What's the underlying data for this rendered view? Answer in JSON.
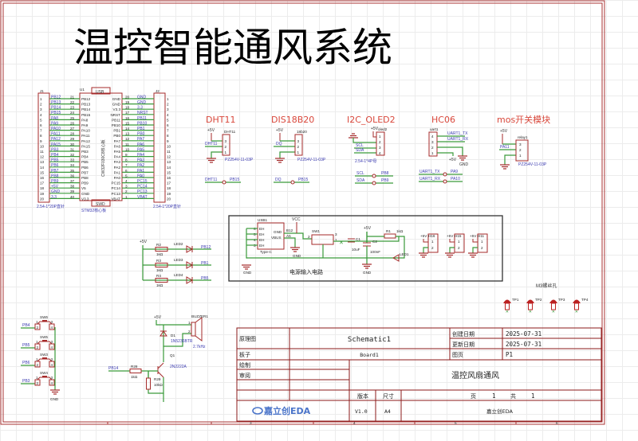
{
  "title": "温控智能通风系统",
  "colors": {
    "wire": "#3a9a3a",
    "component": "#a52a2a",
    "net_label": "#3a3ab0",
    "heading": "#d9473b",
    "frame": "#8b1a1a"
  },
  "mcu": {
    "ref": "U1",
    "name": "CW32F030C8核心板",
    "usb": "USB",
    "swd": "SWD",
    "footer": "STM32核心板",
    "left_pins": [
      "PB12",
      "PB13",
      "PB14",
      "PB15",
      "PA8",
      "PA9",
      "PA10",
      "PA11",
      "PA12",
      "PA15",
      "PB3",
      "PB4",
      "PB5",
      "PB6",
      "PB7",
      "PB8",
      "PB9",
      "V5",
      "GND",
      "V3.3"
    ],
    "left_nums": [
      "21",
      "22",
      "23",
      "24",
      "25",
      "26",
      "27",
      "28",
      "29",
      "30",
      "31",
      "32",
      "33",
      "34",
      "35",
      "36",
      "37",
      "38",
      "39",
      "40"
    ],
    "right_pins": [
      "GND",
      "GND",
      "V3.3",
      "NRST",
      "PB11",
      "PB10",
      "PB1",
      "PB0",
      "PA7",
      "PA6",
      "PA5",
      "PA4",
      "PA3",
      "PA2",
      "PA1",
      "PA0",
      "PC15",
      "PC14",
      "PC13",
      "VBAT"
    ],
    "right_nums": [
      "20",
      "19",
      "18",
      "17",
      "16",
      "15",
      "14",
      "13",
      "12",
      "11",
      "10",
      "9",
      "8",
      "7",
      "6",
      "5",
      "4",
      "3",
      "2",
      "1"
    ],
    "j1": {
      "ref": "J1",
      "footprint": "2.54-1*20P直针",
      "nets": [
        "PB12",
        "PB13",
        "PB14",
        "PB15",
        "PA8",
        "PA9",
        "PA10",
        "PA11",
        "PA12",
        "PA15",
        "PB3",
        "PB4",
        "PB5",
        "PB6",
        "PB7",
        "PB8",
        "PB9",
        "+5V",
        "GND",
        "3.3"
      ]
    },
    "j2": {
      "ref": "J2",
      "footprint": "2.54-1*20P直针",
      "nets": [
        "GND",
        "GND",
        "3.3",
        "NRST",
        "PB11",
        "PB10",
        "PB1",
        "PB0",
        "PA7",
        "PA6",
        "PA5",
        "PA4",
        "PA3",
        "PA2",
        "PA1",
        "PA0",
        "PC15",
        "PC14",
        "PC13",
        "VBAT"
      ]
    },
    "pin_numbers": [
      "1",
      "2",
      "3",
      "4",
      "5",
      "6",
      "7",
      "8",
      "9",
      "10",
      "11",
      "12",
      "13",
      "14",
      "15",
      "16",
      "17",
      "18",
      "19",
      "20"
    ]
  },
  "modules": {
    "dht11": {
      "heading": "DHT11",
      "ref": "DHT11",
      "power": "+5V",
      "net": "DHT11",
      "pins": [
        "3",
        "2",
        "1"
      ],
      "footprint": "PZ254V-11-03P",
      "link_from": "DHT11",
      "link_to": "PB15"
    },
    "ds18b20": {
      "heading": "DIS18B20",
      "ref": "18b20",
      "power": "+5V",
      "net": "DQ",
      "pins": [
        "3",
        "2",
        "1"
      ],
      "footprint": "PZ254V-11-03P",
      "link_from": "DQ",
      "link_to": "PB15"
    },
    "oled": {
      "heading": "I2C_OLED2",
      "ref": "oled2",
      "power": "+5V",
      "nets": [
        "SCL",
        "SDA"
      ],
      "pins": [
        "1",
        "2",
        "3",
        "4"
      ],
      "footprint": "2.54-1*4P母",
      "links": [
        {
          "from": "SCL",
          "to": "PB8"
        },
        {
          "from": "SDA",
          "to": "PB9"
        }
      ]
    },
    "hc06": {
      "heading": "HC06",
      "ref": "uart1",
      "nets": [
        "UART1_TX",
        "UART1_RX"
      ],
      "pins": [
        "4",
        "3",
        "2",
        "1"
      ],
      "power": "+5V",
      "ground": "GND",
      "links": [
        {
          "from": "UART1_TX",
          "to": "PA9"
        },
        {
          "from": "UART1_RX",
          "to": "PA10"
        }
      ]
    },
    "mos": {
      "heading": "mos开关模块",
      "ref": "relay1",
      "power": "+5V",
      "net": "PA11",
      "pins": [
        "3",
        "2",
        "1"
      ],
      "footprint": "PZ254V-11-03P"
    }
  },
  "leds": {
    "power": "+5V",
    "rows": [
      {
        "resistor": "R2",
        "value": "1kΩ",
        "led": "LED2",
        "net": "PB12"
      },
      {
        "resistor": "R3",
        "value": "1kΩ",
        "led": "LED3",
        "net": "PB1"
      },
      {
        "resistor": "R4",
        "value": "1kΩ",
        "led": "LED4",
        "net": "PB5"
      }
    ]
  },
  "power_circuit": {
    "caption": "电源输入电路",
    "usb_ref": "USB1",
    "usb_type": "Type-C",
    "usb_pins": [
      "6",
      "5",
      "4",
      "3"
    ],
    "usb_pin_names": [
      "EH",
      "EH",
      "EH",
      "EH"
    ],
    "usb_right": [
      "GND",
      "VBUS"
    ],
    "usb_right_nums": [
      "B12",
      "A5"
    ],
    "vcc": "VCC",
    "switch": "SW1",
    "switch_pins": [
      "2",
      "3",
      "1"
    ],
    "c1": "C1",
    "c1_value": "10uF",
    "c2": "C2",
    "c2_value": "100nF",
    "plus5v": "+5V",
    "r1": "R1",
    "r1_value": "1kΩ",
    "led1": "LED1",
    "gnd": "GND",
    "headers": [
      {
        "ref": "H16",
        "power": "+5V",
        "pins": [
          "1",
          "2"
        ]
      },
      {
        "ref": "H15",
        "power": "+5V",
        "pins": [
          "1",
          "2"
        ]
      },
      {
        "ref": "H11",
        "power": "+5V",
        "pins": [
          "1",
          "2"
        ]
      }
    ]
  },
  "buttons": {
    "items": [
      {
        "ref": "SW6",
        "net": "PB4"
      },
      {
        "ref": "SW5",
        "net": "PB5"
      },
      {
        "ref": "SW3",
        "net": "PB6"
      },
      {
        "ref": "SW4",
        "net": "PB3"
      }
    ],
    "pins": [
      "1",
      "2",
      "3",
      "4"
    ],
    "ground": "GND"
  },
  "buzzer": {
    "power": "+5V",
    "ref": "BUZZER1",
    "freq": "2.7kHz",
    "diode": "D1",
    "diode_part": "1N5236BTR",
    "transistor": "Q1",
    "transistor_part": "2N2222A",
    "r28": "R28",
    "r28_value": "1kΩ",
    "r29": "R29",
    "r29_value": "10kΩ",
    "net": "PB14",
    "pins": [
      "1",
      "2"
    ]
  },
  "mounting": {
    "caption": "M3螺丝孔",
    "points": [
      "TP1",
      "TP2",
      "TP3",
      "TP4"
    ]
  },
  "title_block": {
    "schematic_label": "原理图",
    "schematic": "Schematic1",
    "created_label": "创建日期",
    "created": "2025-07-31",
    "updated_label": "更新日期",
    "updated": "2025-07-31",
    "board_label": "板子",
    "board": "Board1",
    "sheet_label": "图页",
    "sheet": "P1",
    "drawn_label": "绘制",
    "review_label": "审阅",
    "project": "温控风扇通风",
    "version_label": "版本",
    "version": "V1.0",
    "size_label": "尺寸",
    "size": "A4",
    "page_label": "页",
    "page": "1",
    "total_label": "共",
    "total": "1",
    "logo": "嘉立创EDA",
    "company": "嘉立创EDA"
  },
  "ruler": [
    "3",
    "4",
    "5",
    "6"
  ]
}
